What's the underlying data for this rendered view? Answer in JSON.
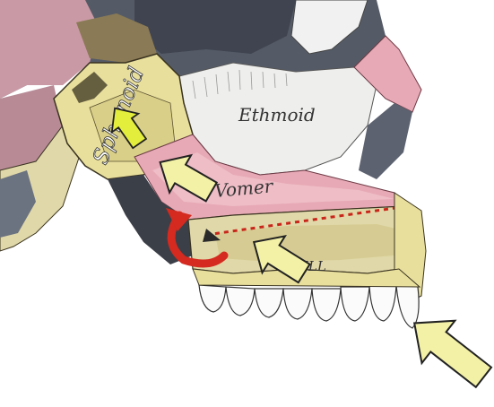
{
  "labels": {
    "sphenoid": "Sphenoid",
    "ethmoid": "Ethmoid",
    "vomer": "Vomer",
    "maxilla_fragment": "ILL"
  },
  "colors": {
    "bone_yellow": "#e8df9c",
    "bone_outline": "#3a3320",
    "cartilage_pink": "#e7a9b5",
    "ethmoid_white": "#eeeeec",
    "dark_tissue": "#4a4f5a",
    "arrow_fill": "#f3f1a6",
    "arrow_stroke": "#222222",
    "red_arrow": "#d42a1f",
    "dotted_line": "#c9261b",
    "teeth": "#fbfbfb"
  },
  "icons": {
    "arrows": [
      "pointer-arrow-icon",
      "curved-arrow-icon"
    ]
  }
}
